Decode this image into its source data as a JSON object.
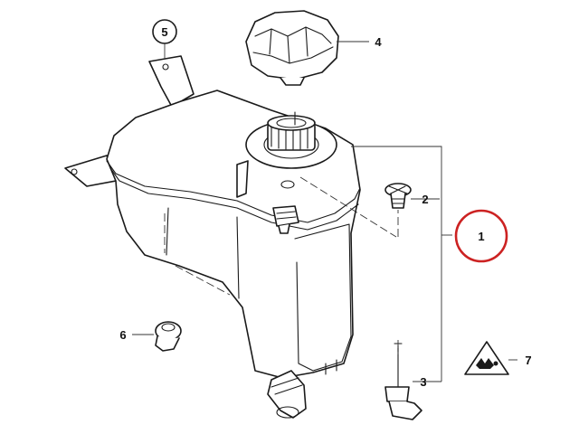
{
  "callouts": {
    "c1": "1",
    "c2": "2",
    "c3": "3",
    "c4": "4",
    "c5": "5",
    "c6": "6",
    "c7": "7"
  },
  "colors": {
    "highlight_circle": "#cc2222",
    "line": "#1a1a1a"
  },
  "icons": {
    "warning_label": "hot-coolant-warning-triangle-icon"
  }
}
